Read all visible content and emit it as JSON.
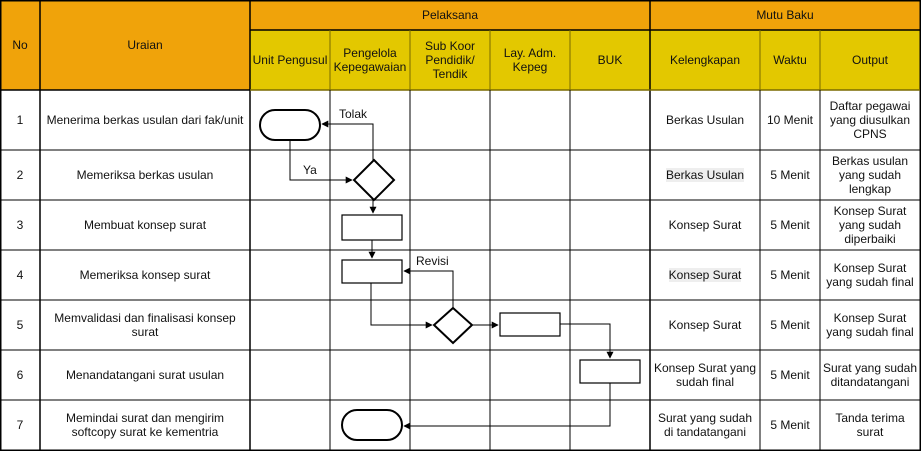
{
  "colors": {
    "header_main": "#f0a30a",
    "header_sub": "#e3c800",
    "grid_line": "#000000",
    "header_line": "#7a6a00"
  },
  "header": {
    "no": "No",
    "uraian": "Uraian",
    "pelaksana": "Pelaksana",
    "mutu_baku": "Mutu Baku",
    "pelaksana_columns": [
      "Unit Pengusul",
      "Pengelola Kepegawaian",
      "Sub Koor Pendidik/ Tendik",
      "Lay. Adm. Kepeg",
      "BUK"
    ],
    "mutu_columns": [
      "Kelengkapan",
      "Waktu",
      "Output"
    ]
  },
  "rows": [
    {
      "no": "1",
      "uraian": "Menerima berkas usulan dari fak/unit",
      "kelengkapan": "Berkas Usulan",
      "waktu": "10 Menit",
      "output": "Daftar pegawai yang diusulkan CPNS"
    },
    {
      "no": "2",
      "uraian": "Memeriksa berkas usulan",
      "kelengkapan": "Berkas Usulan",
      "waktu": "5 Menit",
      "output": "Berkas usulan yang sudah lengkap"
    },
    {
      "no": "3",
      "uraian": "Membuat konsep surat",
      "kelengkapan": "Konsep Surat",
      "waktu": "5 Menit",
      "output": "Konsep Surat yang sudah diperbaiki"
    },
    {
      "no": "4",
      "uraian": "Memeriksa konsep surat",
      "kelengkapan": "Konsep Surat",
      "waktu": "5 Menit",
      "output": "Konsep Surat yang sudah final"
    },
    {
      "no": "5",
      "uraian": "Memvalidasi dan finalisasi konsep surat",
      "kelengkapan": "Konsep Surat",
      "waktu": "5 Menit",
      "output": "Konsep Surat yang sudah final"
    },
    {
      "no": "6",
      "uraian": "Menandatangani surat usulan",
      "kelengkapan": "Konsep Surat yang sudah final",
      "waktu": "5 Menit",
      "output": "Surat yang sudah ditandatangani"
    },
    {
      "no": "7",
      "uraian": "Memindai surat dan mengirim softcopy surat ke kementria",
      "kelengkapan": "Surat yang sudah di tandatangani",
      "waktu": "5 Menit",
      "output": "Tanda terima surat"
    }
  ],
  "flow": {
    "labels": {
      "tolak": "Tolak",
      "ya": "Ya",
      "revisi": "Revisi"
    },
    "nodes": [
      {
        "id": "start",
        "type": "terminator",
        "row": 1,
        "lane": "Unit Pengusul"
      },
      {
        "id": "check1",
        "type": "decision",
        "row": 2,
        "lane": "Pengelola Kepegawaian"
      },
      {
        "id": "draft",
        "type": "process",
        "row": 3,
        "lane": "Pengelola Kepegawaian"
      },
      {
        "id": "review",
        "type": "process",
        "row": 4,
        "lane": "Pengelola Kepegawaian"
      },
      {
        "id": "check2",
        "type": "decision",
        "row": 5,
        "lane": "Sub Koor Pendidik/ Tendik"
      },
      {
        "id": "finalize",
        "type": "process",
        "row": 5,
        "lane": "Lay. Adm. Kepeg"
      },
      {
        "id": "sign",
        "type": "process",
        "row": 6,
        "lane": "BUK"
      },
      {
        "id": "end",
        "type": "terminator",
        "row": 7,
        "lane": "Pengelola Kepegawaian"
      }
    ]
  }
}
